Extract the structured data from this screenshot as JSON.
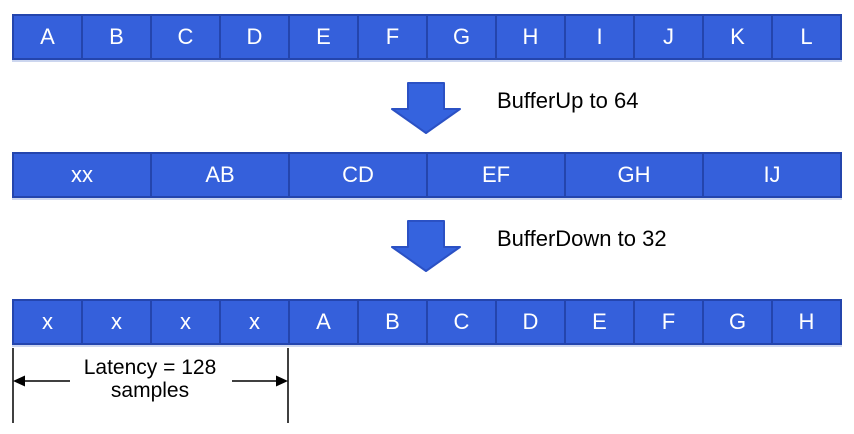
{
  "colors": {
    "background": "#ffffff",
    "cell_fill": "#3560db",
    "cell_border": "#2445ad",
    "cell_text": "#ffffff",
    "arrow_fill": "#3563de",
    "arrow_outline": "#2b51c4",
    "text": "#000000"
  },
  "buffers": {
    "input": {
      "cells": [
        "A",
        "B",
        "C",
        "D",
        "E",
        "F",
        "G",
        "H",
        "I",
        "J",
        "K",
        "L"
      ]
    },
    "buffered_up": {
      "cells": [
        "xx",
        "AB",
        "CD",
        "EF",
        "GH",
        "IJ"
      ]
    },
    "buffered_down": {
      "cells": [
        "x",
        "x",
        "x",
        "x",
        "A",
        "B",
        "C",
        "D",
        "E",
        "F",
        "G",
        "H"
      ]
    }
  },
  "steps": [
    {
      "label": "BufferUp to 64"
    },
    {
      "label": "BufferDown to 32"
    }
  ],
  "latency": {
    "line1": "Latency = 128",
    "line2": "samples"
  }
}
